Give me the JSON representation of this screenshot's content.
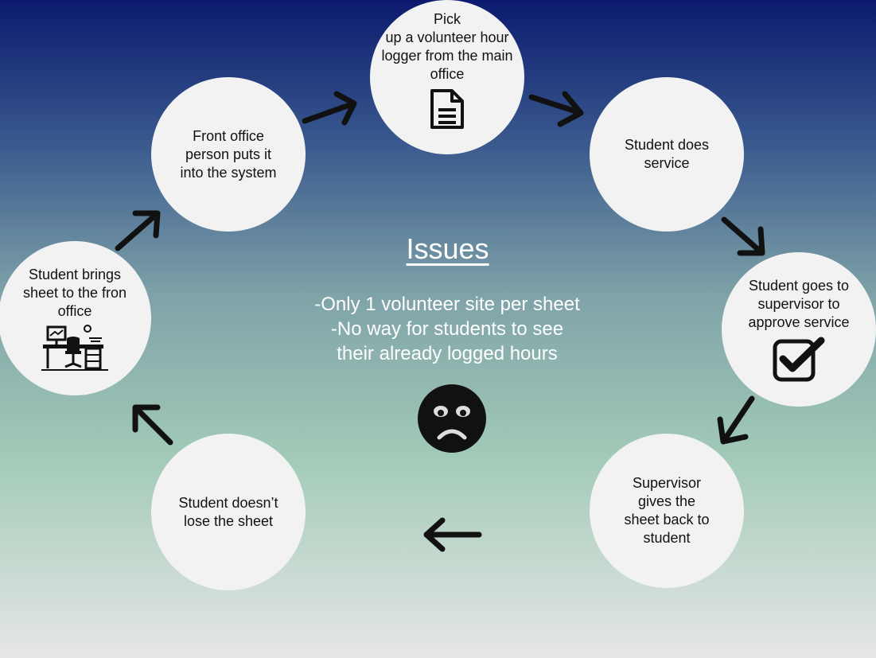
{
  "steps": [
    {
      "id": "pick-up",
      "label": "Pick\nup a volunteer hour\nlogger from the main\noffice",
      "icon": "document-icon"
    },
    {
      "id": "does-service",
      "label": "Student does\nservice"
    },
    {
      "id": "supervisor-approve",
      "label": "Student goes to\nsupervisor to\napprove service",
      "icon": "checkbox-icon"
    },
    {
      "id": "gives-back",
      "label": "Supervisor\ngives the\nsheet back to\nstudent"
    },
    {
      "id": "not-lose",
      "label": "Student doesn’t\nlose the sheet"
    },
    {
      "id": "brings-sheet",
      "label": "Student brings\nsheet to the fron\noffice",
      "icon": "office-desk-icon"
    },
    {
      "id": "front-office",
      "label": "Front office\nperson puts it\ninto the system"
    }
  ],
  "issues": {
    "title": "Issues",
    "lines": [
      "-Only 1 volunteer site per sheet",
      "-No way for students to see",
      "their already logged hours"
    ],
    "icon": "sad-face-icon"
  },
  "colors": {
    "node_fill": "#f2f2f2",
    "arrow": "#111111",
    "text_light": "#ffffff"
  }
}
